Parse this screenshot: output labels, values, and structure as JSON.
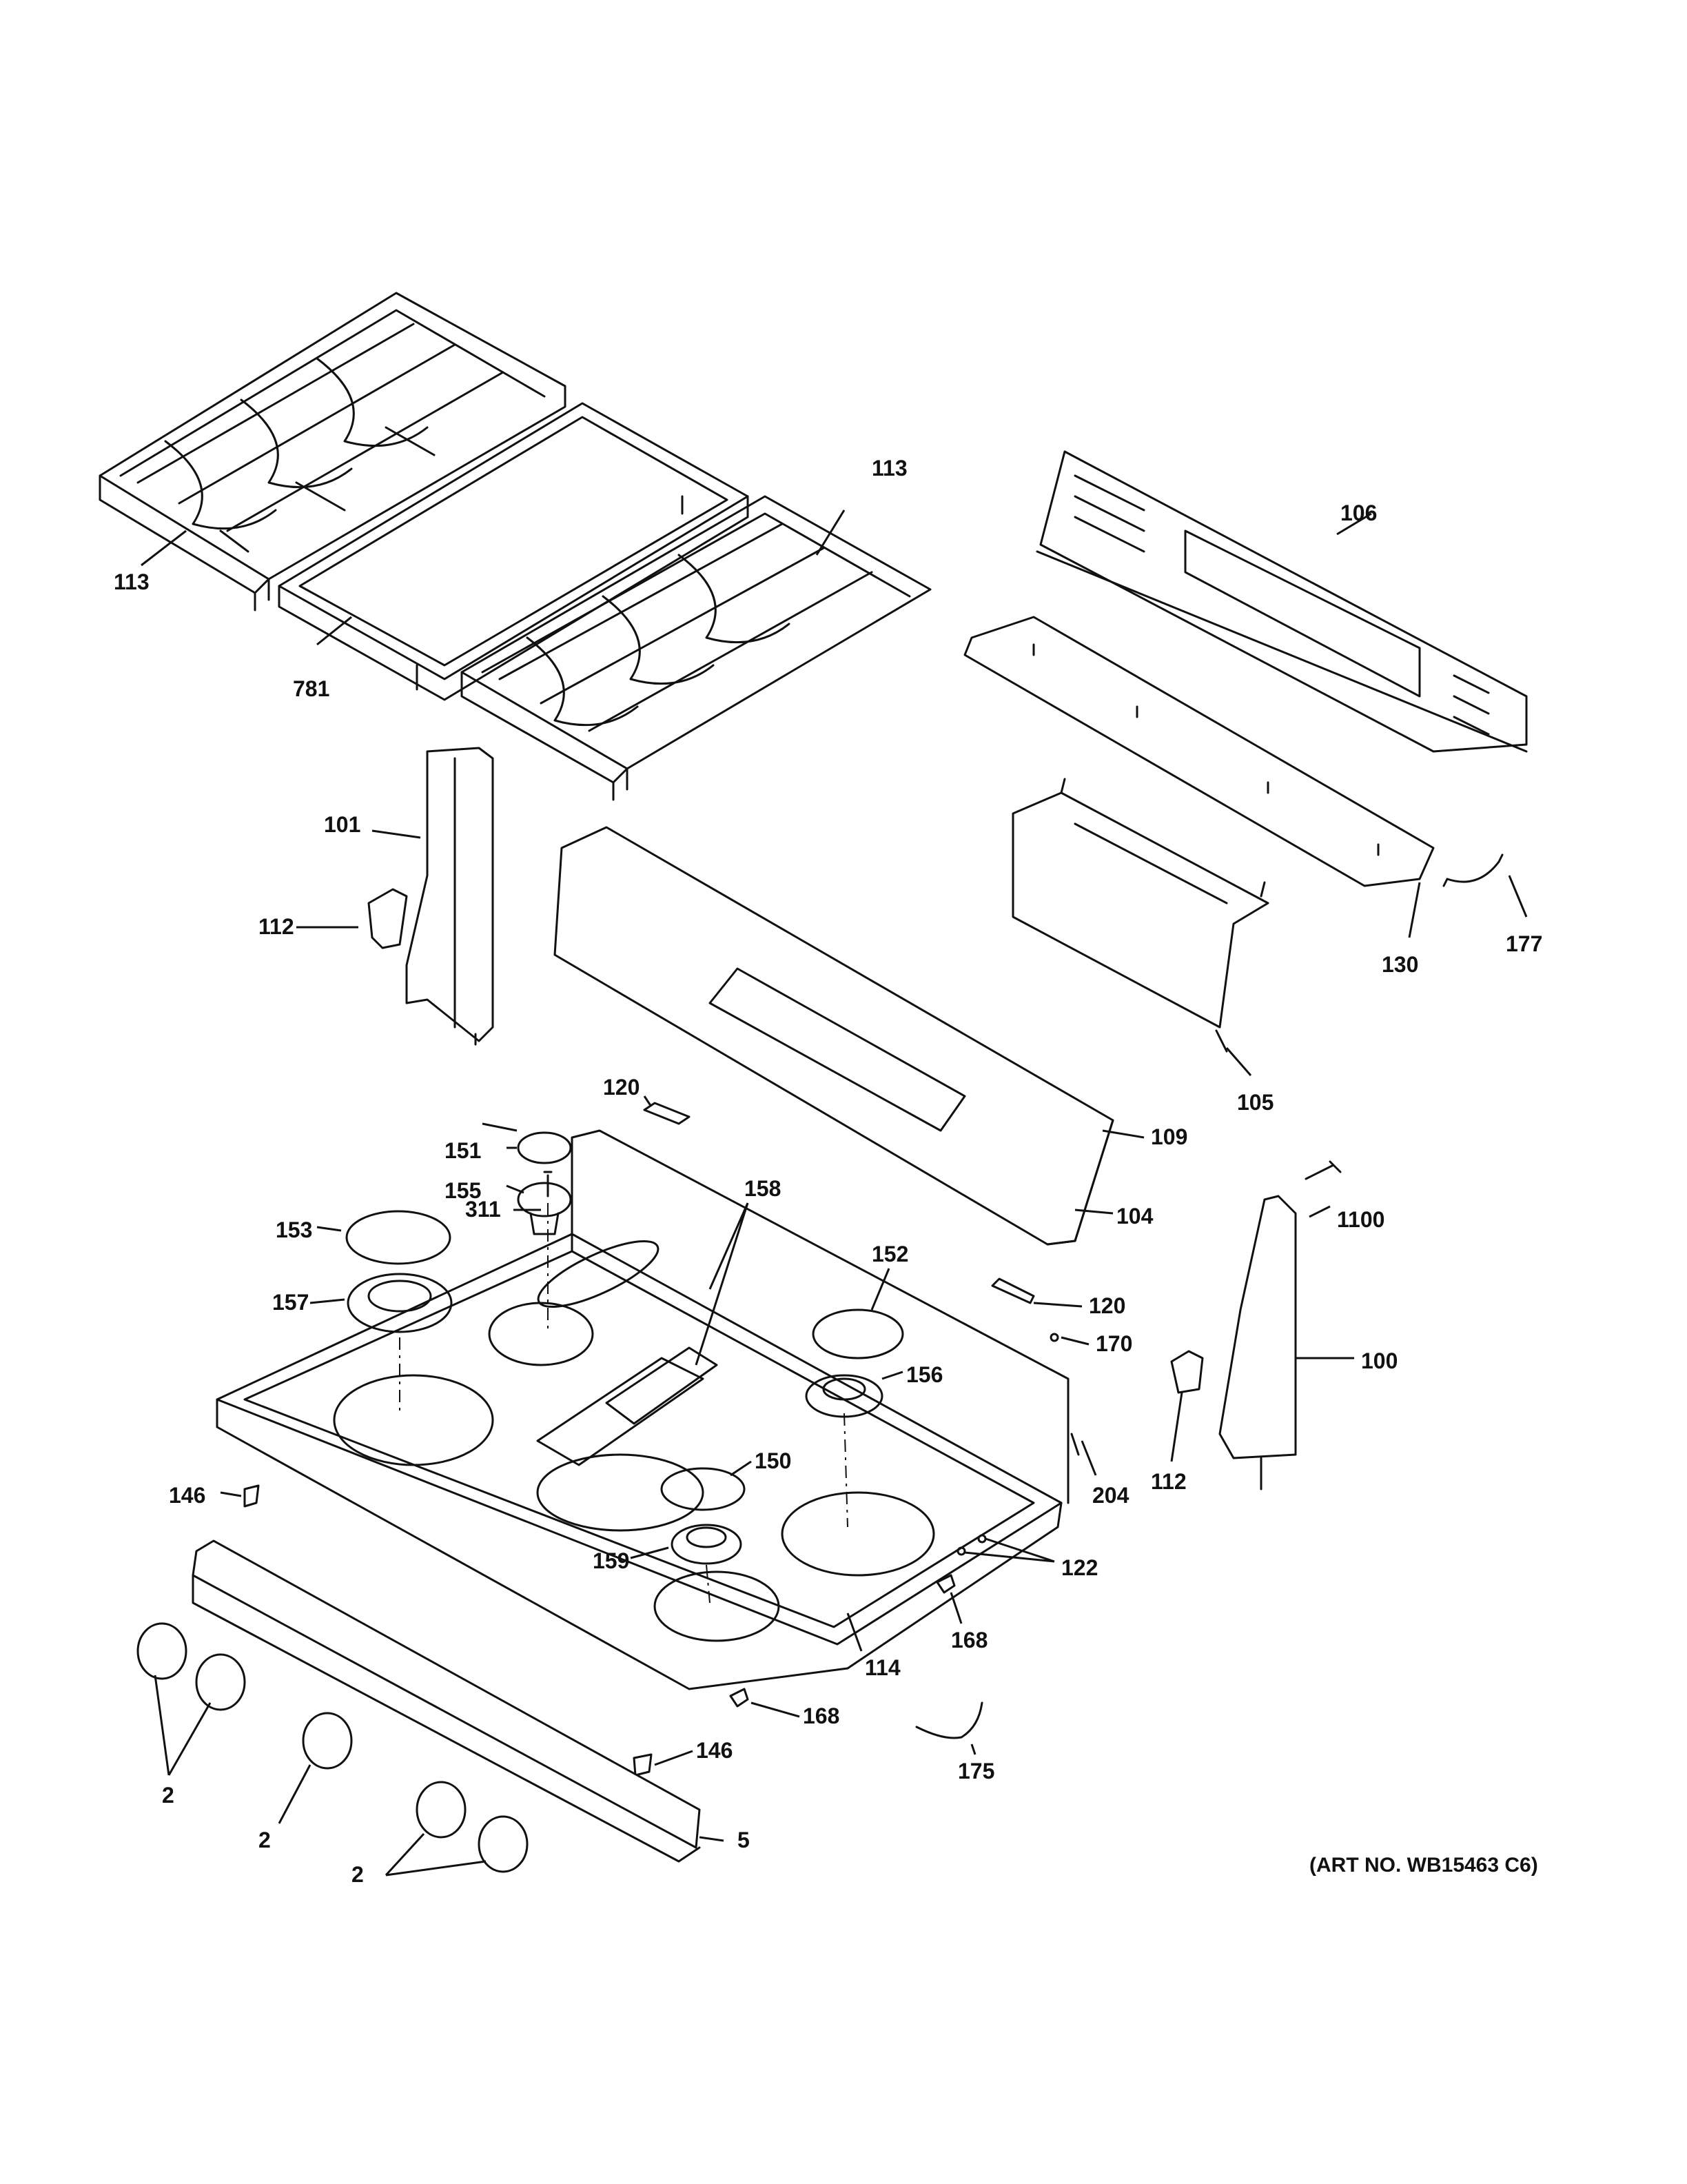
{
  "callouts": [
    {
      "label": "113"
    },
    {
      "label": "113"
    },
    {
      "label": "781"
    },
    {
      "label": "106"
    },
    {
      "label": "101"
    },
    {
      "label": "112"
    },
    {
      "label": "130"
    },
    {
      "label": "177"
    },
    {
      "label": "105"
    },
    {
      "label": "151"
    },
    {
      "label": "120"
    },
    {
      "label": "155"
    },
    {
      "label": "109"
    },
    {
      "label": "311"
    },
    {
      "label": "158"
    },
    {
      "label": "104"
    },
    {
      "label": "153"
    },
    {
      "label": "152"
    },
    {
      "label": "1100"
    },
    {
      "label": "157"
    },
    {
      "label": "120"
    },
    {
      "label": "170"
    },
    {
      "label": "156"
    },
    {
      "label": "100"
    },
    {
      "label": "150"
    },
    {
      "label": "204"
    },
    {
      "label": "112"
    },
    {
      "label": "146"
    },
    {
      "label": "159"
    },
    {
      "label": "122"
    },
    {
      "label": "168"
    },
    {
      "label": "114"
    },
    {
      "label": "168"
    },
    {
      "label": "146"
    },
    {
      "label": "175"
    },
    {
      "label": "2"
    },
    {
      "label": "2"
    },
    {
      "label": "5"
    },
    {
      "label": "2"
    }
  ],
  "art_number": "(ART NO. WB15463 C6)"
}
